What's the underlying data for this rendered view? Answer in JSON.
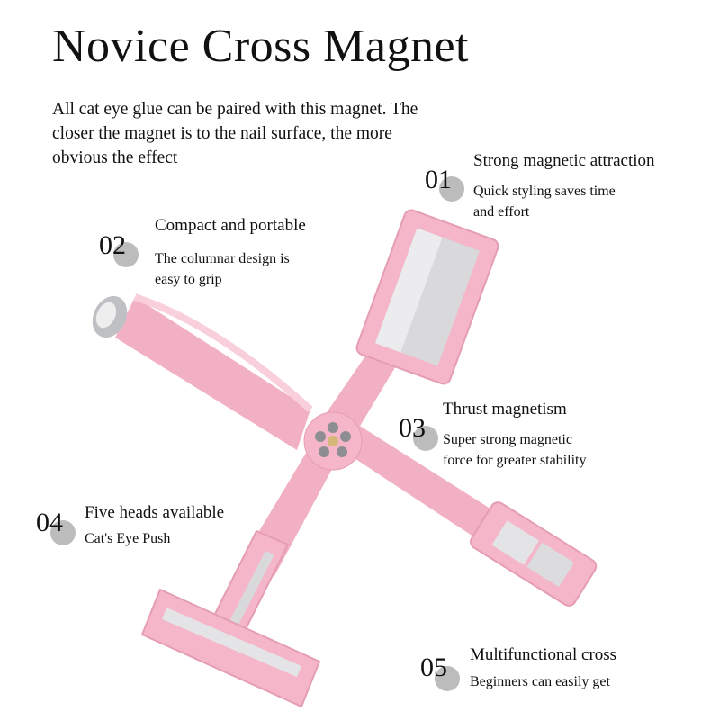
{
  "title": "Novice Cross Magnet",
  "intro": "All cat eye glue can be paired with this magnet. The closer the magnet is to the nail surface, the more obvious the effect",
  "features": [
    {
      "num": "01",
      "heading": "Strong magnetic attraction",
      "desc1": "Quick styling saves time",
      "desc2": "and effort"
    },
    {
      "num": "02",
      "heading": "Compact and portable",
      "desc1": "The columnar design is",
      "desc2": "easy to grip"
    },
    {
      "num": "03",
      "heading": "Thrust magnetism",
      "desc1": "Super strong magnetic",
      "desc2": "force for greater stability"
    },
    {
      "num": "04",
      "heading": "Five heads available",
      "desc1": "Cat's Eye Push",
      "desc2": ""
    },
    {
      "num": "05",
      "heading": "Multifunctional cross",
      "desc1": "Beginners can easily get",
      "desc2": ""
    }
  ],
  "colors": {
    "pink": "#f4b6c8",
    "pink_dark": "#e59db2",
    "silver": "#d9d9dc",
    "badge": "#bcbcbc"
  }
}
